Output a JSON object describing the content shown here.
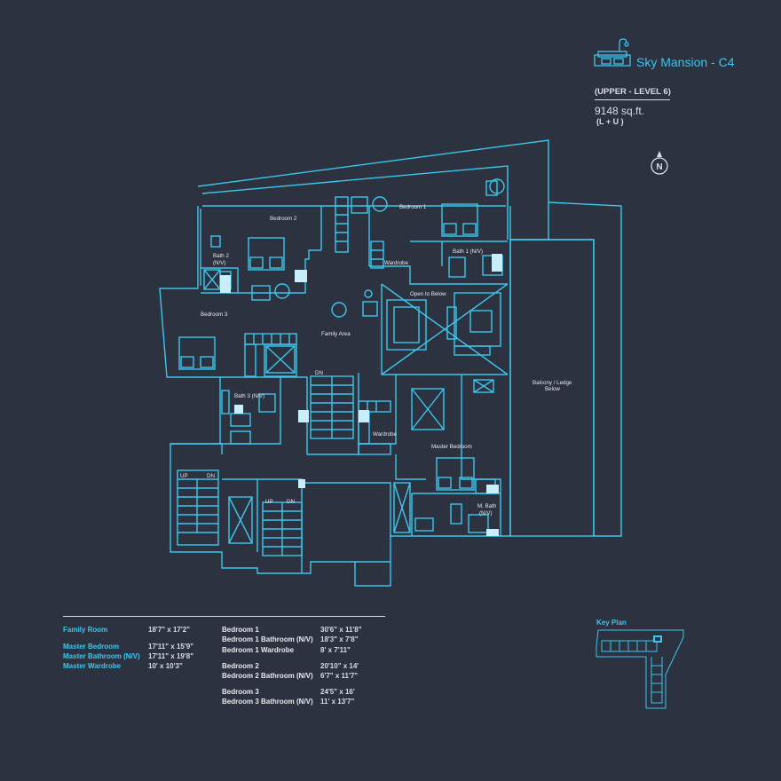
{
  "header": {
    "title": "Sky Mansion - C4",
    "level": "(UPPER - LEVEL 6)",
    "area": "9148 sq.ft.",
    "area_note": "(L + U )"
  },
  "compass": {
    "letter": "N"
  },
  "rooms": {
    "bedroom1": "Bedroom  1",
    "bedroom2": "Bedroom  2",
    "bedroom3": "Bedroom 3",
    "bath1": "Bath 1 (N/V)",
    "bath2_line1": "Bath 2",
    "bath2_line2": "(N/V)",
    "bath3": "Bath 3 (N/V)",
    "wardrobe_top": "Wardrobe",
    "wardrobe_mid": "Wardrobe",
    "open_to_below": "Open to Below",
    "family_area": "Family Area",
    "master_bedroom": "Master Bedroom",
    "m_bath": "M. Bath",
    "m_bath2": "(N/V)",
    "balcony1": "Balcony / Ledge",
    "balcony2": "Below",
    "up1": "UP",
    "dn1": "DN",
    "up2": "UP",
    "dn2": "DN",
    "dn3": "DN"
  },
  "schedule": {
    "col1": [
      {
        "name": "Family Room",
        "size": "18'7\" x 17'2\""
      },
      {
        "name": "Master Bedroom",
        "size": "17'11\" x 15'9\""
      },
      {
        "name": "Master Bathroom (N/V)",
        "size": "17'11\" x 19'8\""
      },
      {
        "name": "Master Wardrobe",
        "size": "10' x 10'3\""
      }
    ],
    "col2": [
      {
        "name": "Bedroom 1",
        "size": "30'6\" x 11'8\""
      },
      {
        "name": "Bedroom 1 Bathroom (N/V)",
        "size": "18'3\" x 7'8\""
      },
      {
        "name": "Bedroom 1 Wardrobe",
        "size": "8' x 7'11\""
      },
      {
        "name": "Bedroom 2",
        "size": "20'10\" x 14'"
      },
      {
        "name": "Bedroom 2 Bathroom (N/V)",
        "size": "6'7\" x 11'7\""
      },
      {
        "name": "Bedroom 3",
        "size": "24'5\" x 16'"
      },
      {
        "name": "Bedroom 3 Bathroom (N/V)",
        "size": "11' x 13'7\""
      }
    ]
  },
  "key_plan": {
    "label": "Key Plan"
  },
  "colors": {
    "background": "#2c323f",
    "accent": "#3cc6ee",
    "text": "#d9dde4"
  }
}
